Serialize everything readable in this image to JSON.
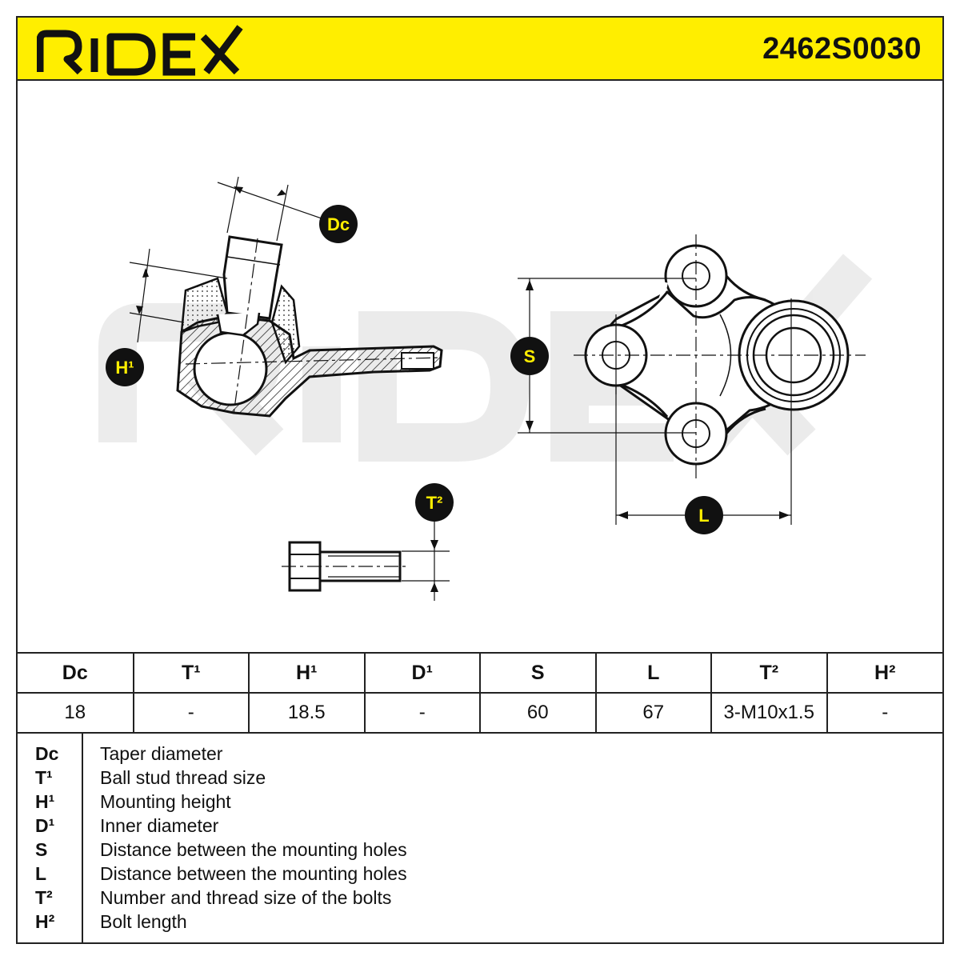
{
  "header": {
    "brand": "RIDEX",
    "part_number": "2462S0030",
    "brand_color": "#ffee00"
  },
  "drawing": {
    "watermark": "RIDEX",
    "labels": {
      "dc": "Dc",
      "h1": "H¹",
      "s": "S",
      "l": "L",
      "t2": "T²"
    }
  },
  "table": {
    "headers": [
      "Dc",
      "T¹",
      "H¹",
      "D¹",
      "S",
      "L",
      "T²",
      "H²"
    ],
    "values": [
      "18",
      "-",
      "18.5",
      "-",
      "60",
      "67",
      "3-M10x1.5",
      "-"
    ]
  },
  "legend": [
    {
      "code": "Dc",
      "desc": "Taper diameter"
    },
    {
      "code": "T¹",
      "desc": "Ball stud thread size"
    },
    {
      "code": "H¹",
      "desc": "Mounting height"
    },
    {
      "code": "D¹",
      "desc": "Inner diameter"
    },
    {
      "code": "S",
      "desc": "Distance between the mounting holes"
    },
    {
      "code": "L",
      "desc": "Distance between the mounting holes"
    },
    {
      "code": "T²",
      "desc": "Number and thread size of the bolts"
    },
    {
      "code": "H²",
      "desc": "Bolt length"
    }
  ]
}
